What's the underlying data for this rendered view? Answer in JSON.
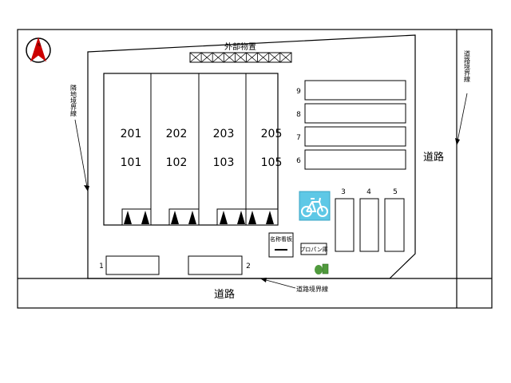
{
  "storage": {
    "label": "外部物置"
  },
  "units": [
    {
      "upper": "201",
      "lower": "101"
    },
    {
      "upper": "202",
      "lower": "102"
    },
    {
      "upper": "203",
      "lower": "103"
    },
    {
      "upper": "205",
      "lower": "105"
    }
  ],
  "right_parking": [
    "9",
    "8",
    "7",
    "6"
  ],
  "side_parking": [
    "3",
    "4",
    "5"
  ],
  "front_parking": [
    "1",
    "2"
  ],
  "roads": {
    "bottom": "道路",
    "right": "道路"
  },
  "boundary_labels": {
    "adjacent": "隣地境界線",
    "road_right": "道路境界線",
    "road_bottom": "道路境界線"
  },
  "nameplate": {
    "label": "名称看板"
  },
  "propane": {
    "label": "プロパン庫"
  },
  "compass": {
    "letter": "N"
  },
  "icons": {
    "bicycle": "bicycle-icon",
    "garbage": "garbage-bag-icon",
    "north": "north-arrow-icon",
    "entrance": "entrance-triangle-icon"
  },
  "colors": {
    "bicycle_bg": "#5ec8e6",
    "compass_arrow": "#cc0000",
    "garbage": "#4f9a3c"
  }
}
